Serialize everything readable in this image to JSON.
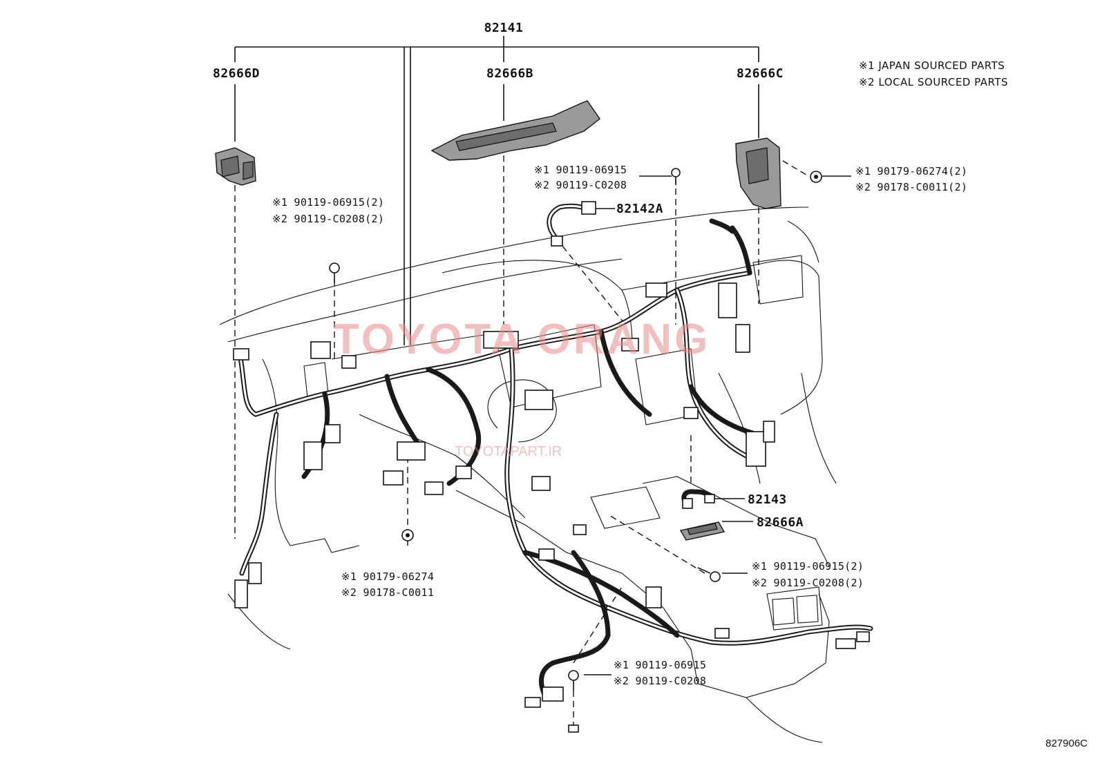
{
  "diagram": {
    "part_labels": {
      "main_harness": "82141",
      "block_d": "82666D",
      "block_b": "82666B",
      "block_c": "82666C",
      "sub_harness_a": "82142A",
      "wire_82143": "82143",
      "block_a": "82666A"
    },
    "legend": {
      "line1": "※1 JAPAN SOURCED PARTS",
      "line2": "※2 LOCAL SOURCED PARTS"
    },
    "fasteners": {
      "top_center": {
        "line1": "※1 90119-06915",
        "line2": "※2 90119-C0208"
      },
      "right_nut": {
        "line1": "※1 90179-06274(2)",
        "line2": "※2 90178-C0011(2)"
      },
      "left_bolts": {
        "line1": "※1 90119-06915(2)",
        "line2": "※2 90119-C0208(2)"
      },
      "lower_left_nut": {
        "line1": "※1 90179-06274",
        "line2": "※2 90178-C0011"
      },
      "right_bolts": {
        "line1": "※1  90119-06915(2)",
        "line2": "※2  90119-C0208(2)"
      },
      "bottom_bolt": {
        "line1": "※1  90119-06915",
        "line2": "※2  90119-C0208"
      }
    },
    "drawing_code": "827906C",
    "watermark": {
      "main": "TOYOTA ORANG",
      "site": "TOYOTAPART.IR"
    }
  }
}
